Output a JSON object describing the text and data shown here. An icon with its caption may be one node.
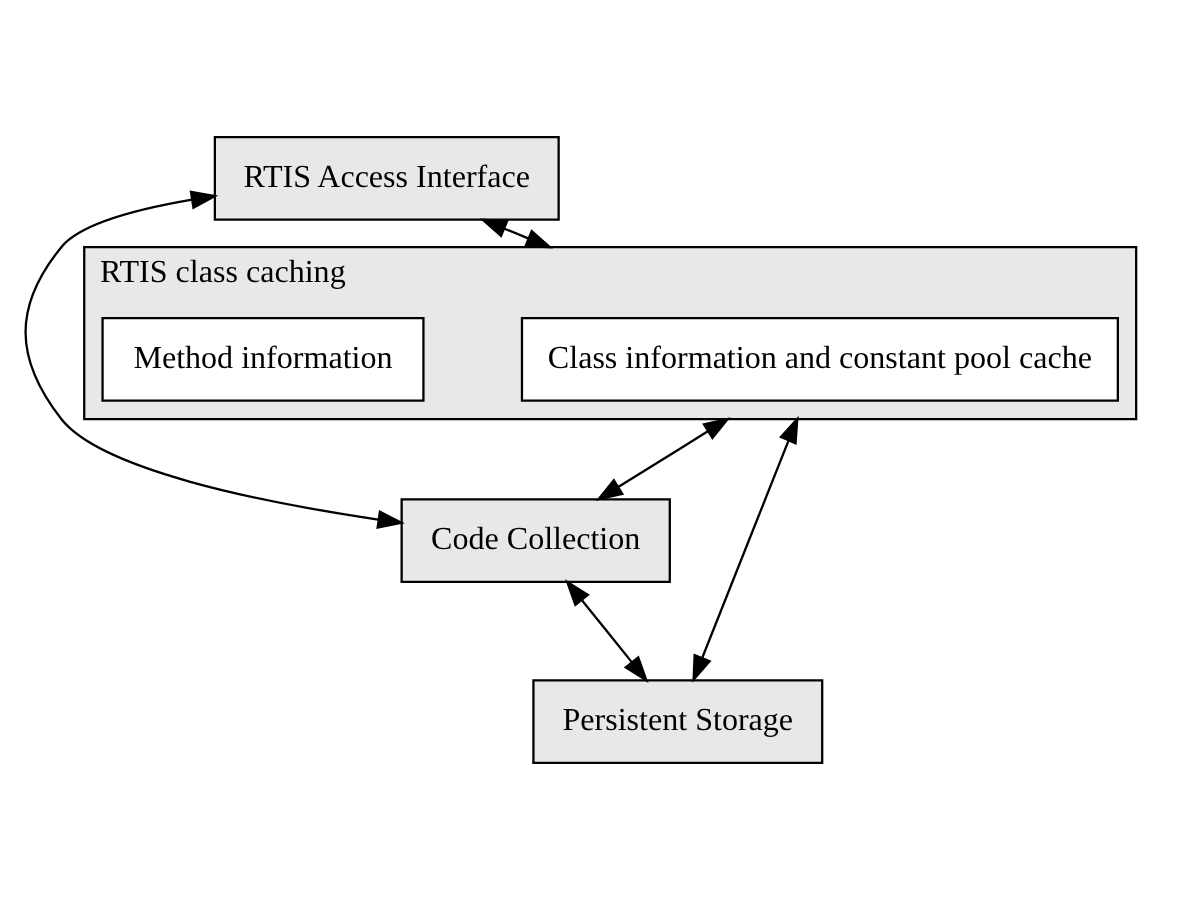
{
  "diagram": {
    "nodes": [
      {
        "text": [
          "RTIS Access Interface"
        ]
      },
      {
        "text": [
          "RTIS class caching"
        ]
      },
      {
        "text": [
          "Class information and constant pool cache"
        ],
        "in": 1
      },
      {
        "text": [
          "Method information"
        ],
        "in": 1
      },
      {
        "text": [
          "Code Collection"
        ]
      },
      {
        "text": [
          "Persistent Storage"
        ]
      }
    ],
    "edges": [
      {
        "from": 0,
        "to": 1,
        "arrow": "both"
      },
      {
        "from": 0,
        "to": 4,
        "arrow": "both"
      },
      {
        "from": 1,
        "to": 4,
        "arrow": "both"
      },
      {
        "from": 4,
        "to": 5,
        "arrow": "both"
      },
      {
        "from": 1,
        "to": 5,
        "arrow": "both"
      }
    ]
  }
}
